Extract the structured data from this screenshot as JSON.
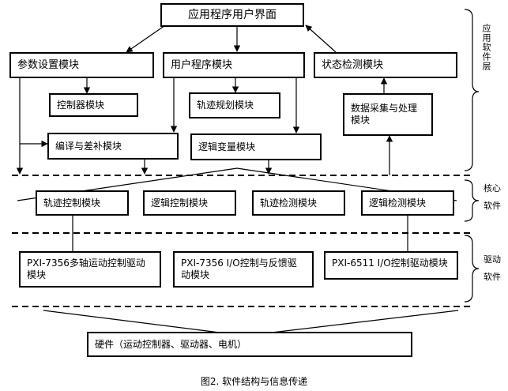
{
  "layers": {
    "app": "应用软件层",
    "core": [
      "核心",
      "软件"
    ],
    "driver": [
      "驱动",
      "软件"
    ]
  },
  "boxes": {
    "ui": "应用程序用户界面",
    "param": "参数设置模块",
    "userprog": "用户程序模块",
    "status": "状态检测模块",
    "controller": "控制器模块",
    "trajplan": "轨迹规划模块",
    "datacollect": "数据采集与处理模块",
    "compile": "编译与差补模块",
    "logicvar": "逻辑变量模块",
    "trajctrl": "轨迹控制模块",
    "logicctrl": "逻辑控制模块",
    "trajdetect": "轨迹检测模块",
    "logicdetect": "逻辑检测模块",
    "pxi7356motion": "PXI-7356多轴运动控制驱动模块",
    "pxi7356io": "PXI-7356 I/O控制与反馈驱动模块",
    "pxi6511": "PXI-6511 I/O控制驱动模块",
    "hardware": "硬件（运动控制器、驱动器、电机）"
  },
  "caption": "图2. 软件结构与信息传递"
}
